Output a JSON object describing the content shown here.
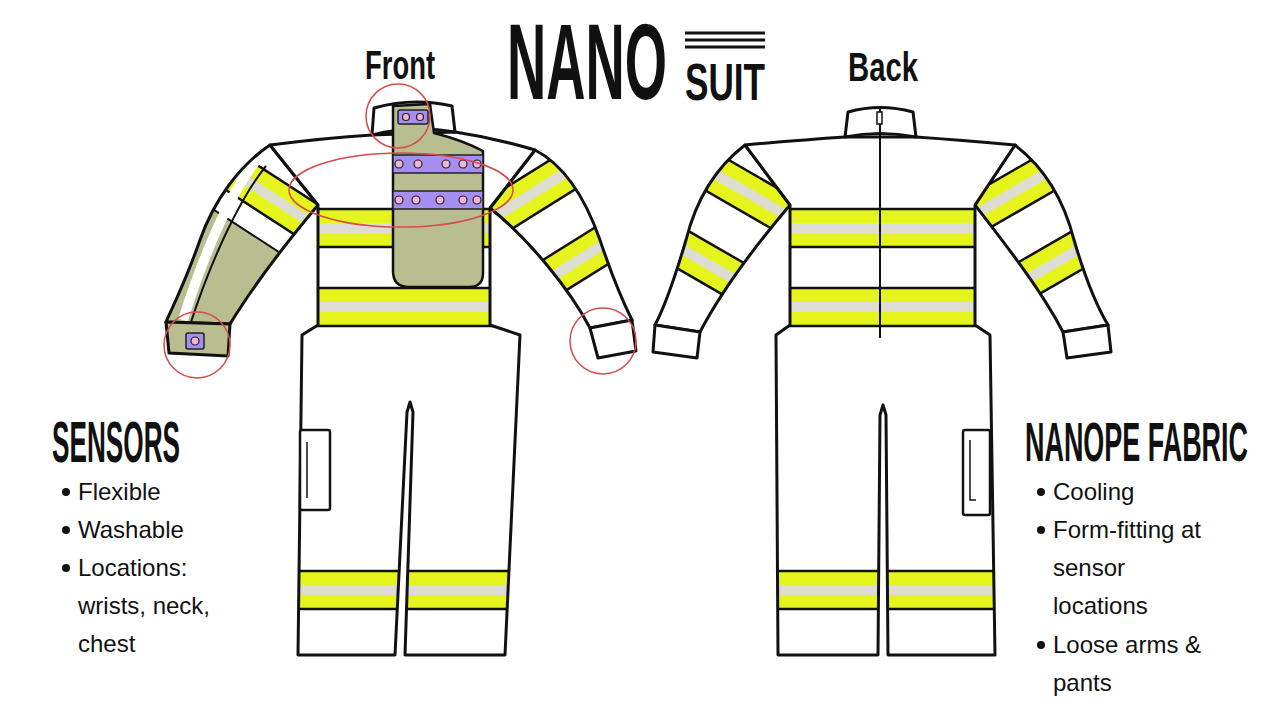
{
  "diagram": {
    "title": "NANO",
    "labels": [
      "SUIT",
      "Front",
      "Back",
      "SENSORS",
      "Flexible",
      "Washable",
      "Locations: wrists, neck, chest",
      "NANOPE FABRIC",
      "Cooling",
      "Form-fitting at sensor locations",
      "Loose arms & pants"
    ]
  }
}
